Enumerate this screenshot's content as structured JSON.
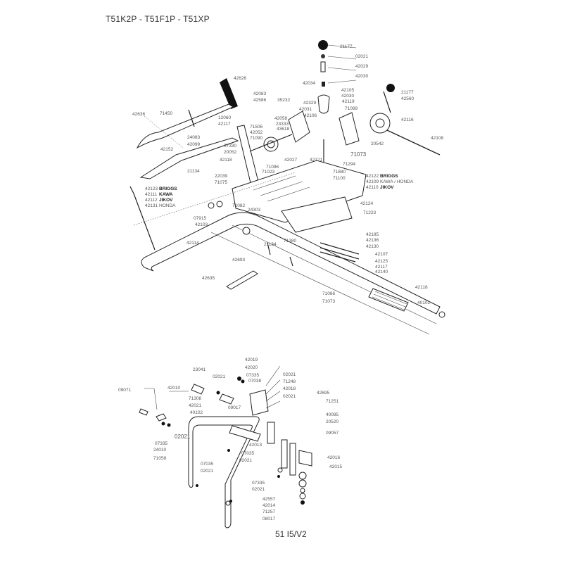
{
  "header": {
    "title": "T51K2P - T51F1P - T51XP"
  },
  "footer": {
    "page_ref": "51 I5/V2"
  },
  "upper_assembly": {
    "labels": [
      "21177",
      "02021",
      "42029",
      "42030",
      "42034",
      "42105",
      "42030",
      "42119",
      "71089",
      "42329",
      "42031",
      "42106",
      "21177",
      "42560",
      "42116",
      "42108",
      "20542",
      "71073",
      "71294",
      "42121",
      "42027",
      "71880",
      "71100",
      "42626",
      "42636",
      "71450",
      "42083",
      "42586",
      "35232",
      "12060",
      "42117",
      "71506",
      "42052",
      "71090",
      "42058",
      "23333",
      "43618",
      "24083",
      "42099",
      "42152",
      "07330",
      "20052",
      "42118",
      "21134",
      "71096",
      "71023",
      "22039",
      "71075",
      "71082",
      "24303",
      "07915",
      "42103",
      "42114",
      "21134",
      "42124",
      "71223",
      "42185",
      "42136",
      "42130",
      "42107",
      "42125",
      "42117",
      "42140",
      "71380",
      "42693",
      "42635",
      "42118",
      "71086",
      "71073",
      "40102"
    ],
    "engine_table": [
      {
        "code": "42122",
        "engine": "BRIGGS"
      },
      {
        "code": "42109",
        "engine": "KAWA / HONDA"
      },
      {
        "code": "42110",
        "engine": "JIKOV"
      }
    ],
    "engine_table_left": [
      {
        "code": "42123",
        "engine": "BRIGGS"
      },
      {
        "code": "42111",
        "engine": "KAWA"
      },
      {
        "code": "42112",
        "engine": "JIKOV"
      },
      {
        "code": "42131",
        "engine": "HONDA"
      }
    ]
  },
  "lower_assembly": {
    "labels": [
      "42019",
      "42020",
      "07335",
      "07038",
      "23041",
      "02021",
      "71308",
      "42021",
      "40102",
      "09017",
      "09071",
      "42010",
      "02021",
      "07335",
      "24010",
      "71058",
      "07035",
      "02021",
      "02021",
      "71248",
      "42018",
      "02021",
      "42013",
      "07035",
      "02021",
      "42695",
      "71251",
      "40085",
      "20520",
      "09057",
      "42016",
      "42015",
      "07335",
      "02021",
      "42557",
      "42014",
      "71257",
      "08017"
    ]
  }
}
